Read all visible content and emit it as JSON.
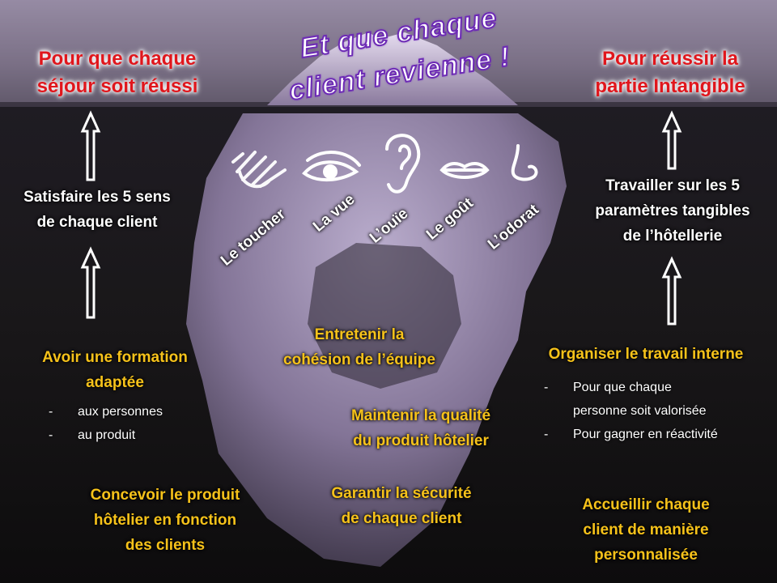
{
  "title": {
    "line1": "Et que chaque",
    "line2": "client revienne !"
  },
  "left": {
    "heading": [
      "Pour que chaque",
      "séjour soit réussi"
    ],
    "middle": [
      "Satisfaire les 5 sens",
      "de chaque client"
    ],
    "bottom": [
      "Avoir une formation",
      "adaptée"
    ],
    "bullets": [
      "aux personnes",
      "au produit"
    ],
    "footer": [
      "Concevoir le produit",
      "hôtelier en fonction",
      "des clients"
    ]
  },
  "right": {
    "heading": [
      "Pour réussir la",
      "partie Intangible"
    ],
    "middle": [
      "Travailler sur les 5",
      "paramètres tangibles",
      "de l’hôtellerie"
    ],
    "bottom": [
      "Organiser le travail interne"
    ],
    "bullets": [
      "Pour que chaque",
      "personne soit valorisée",
      "Pour gagner en réactivité"
    ],
    "footer": [
      "Accueillir chaque",
      "client de manière",
      "personnalisée"
    ]
  },
  "senses": [
    {
      "label": "Le toucher",
      "icon": "hand-icon"
    },
    {
      "label": "La vue",
      "icon": "eye-icon"
    },
    {
      "label": "L’ouïe",
      "icon": "ear-icon"
    },
    {
      "label": "Le goût",
      "icon": "lips-icon"
    },
    {
      "label": "L’odorat",
      "icon": "nose-icon"
    }
  ],
  "center": {
    "item1": [
      "Entretenir la",
      "cohésion de l’équipe"
    ],
    "item2": [
      "Maintenir la qualité",
      "du produit hôtelier"
    ],
    "item3": [
      "Garantir la sécurité",
      "de chaque client"
    ]
  },
  "colors": {
    "heading": "#e0161c",
    "action": "#f6c21a",
    "title_outline": "#6d2bb5",
    "ice": "#b9a8cf"
  }
}
